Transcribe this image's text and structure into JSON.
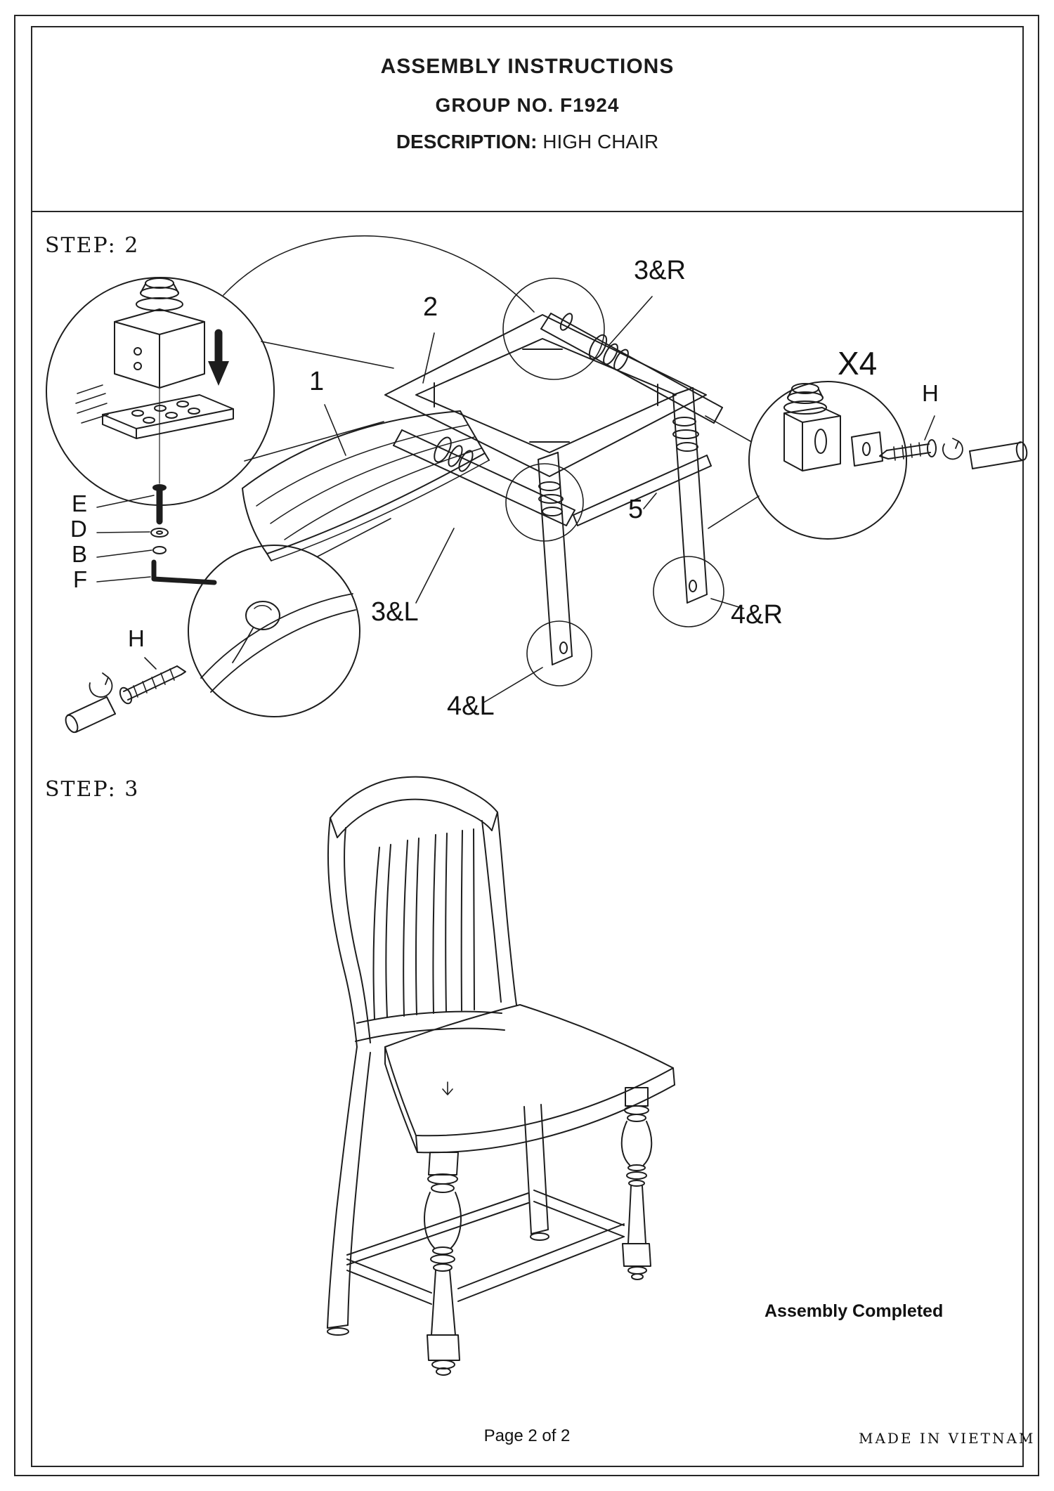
{
  "header": {
    "title": "ASSEMBLY INSTRUCTIONS",
    "group_no": "GROUP NO. F1924",
    "description_label": "DESCRIPTION:",
    "description_value": "HIGH CHAIR"
  },
  "step2": {
    "label": "STEP: 2",
    "part_labels": {
      "p1": "1",
      "p2": "2",
      "p3r": "3&R",
      "p3l": "3&L",
      "p4r": "4&R",
      "p4l": "4&L",
      "p5": "5",
      "x4": "X4",
      "h_right": "H",
      "h_left": "H",
      "e": "E",
      "d": "D",
      "b": "B",
      "f": "F"
    }
  },
  "step3": {
    "label": "STEP: 3",
    "caption": "Assembly Completed"
  },
  "footer": {
    "page": "Page 2 of 2",
    "made_in": "MADE IN VIETNAM"
  },
  "colors": {
    "ink": "#1d1d1d",
    "paper": "#ffffff"
  }
}
